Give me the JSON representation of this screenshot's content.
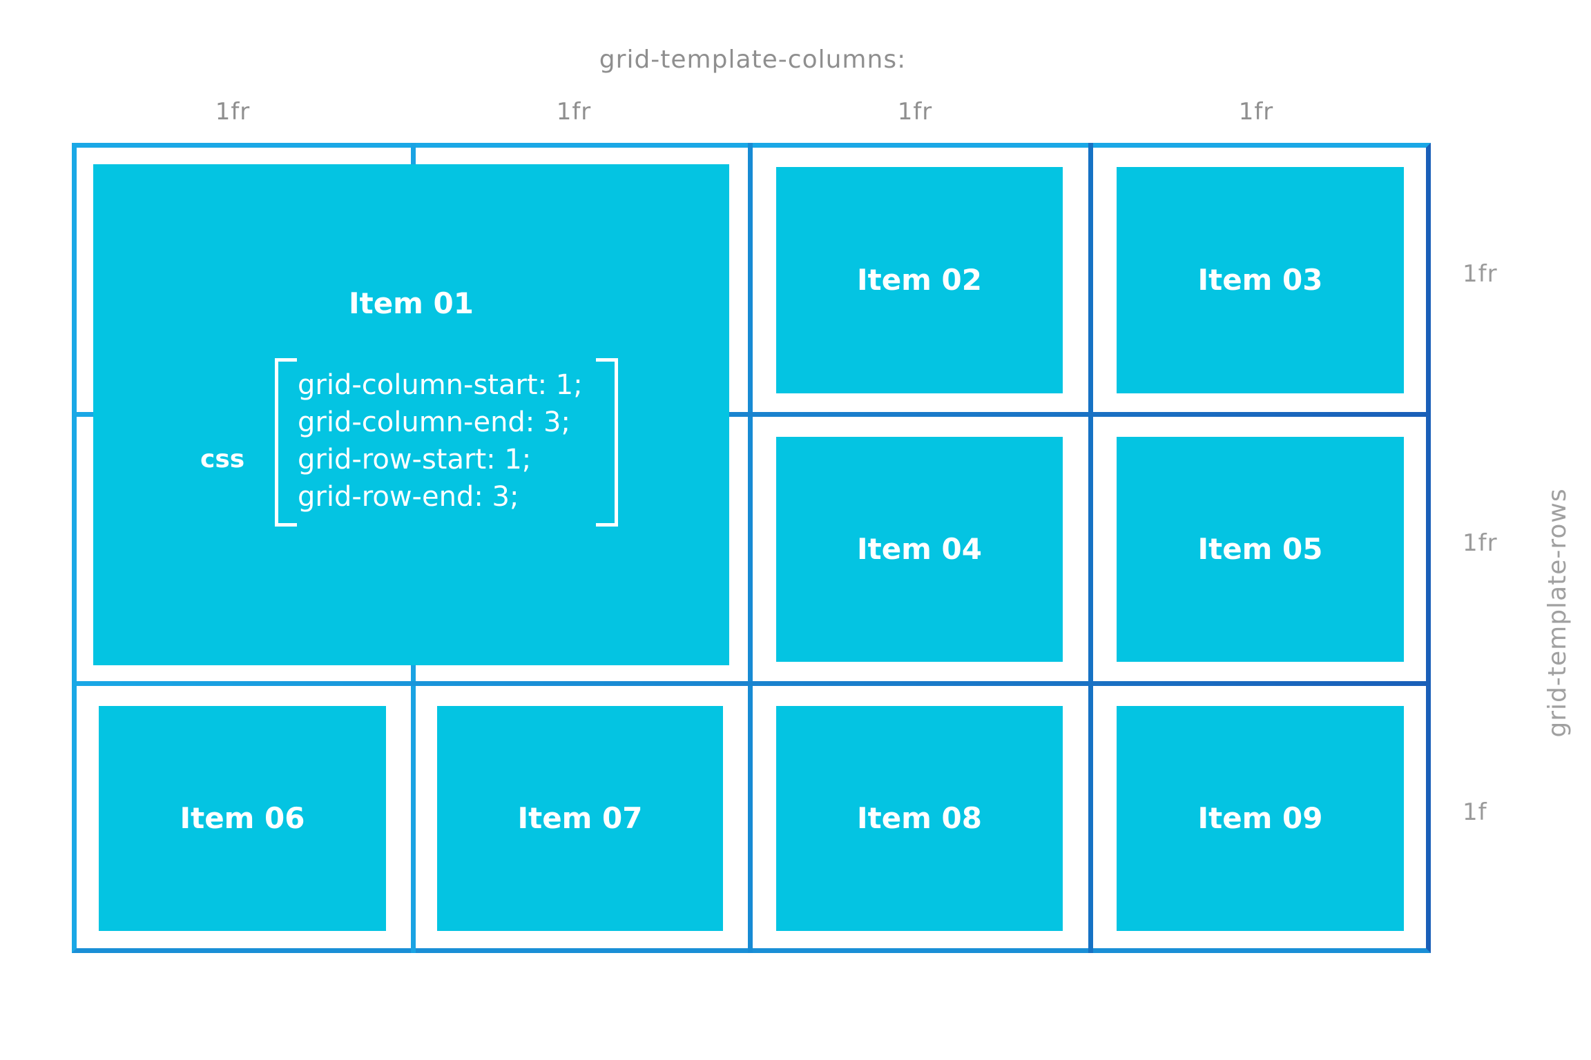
{
  "columns_axis": {
    "title": "grid-template-columns:",
    "labels": [
      "1fr",
      "1fr",
      "1fr",
      "1fr"
    ]
  },
  "rows_axis": {
    "title": "grid-template-rows",
    "labels": [
      "1fr",
      "1fr",
      "1f"
    ]
  },
  "items": [
    {
      "label": "Item 01",
      "css_tag": "css",
      "css_lines": [
        "grid-column-start: 1;",
        "grid-column-end: 3;",
        "grid-row-start: 1;",
        "grid-row-end: 3;"
      ]
    },
    {
      "label": "Item 02"
    },
    {
      "label": "Item 03"
    },
    {
      "label": "Item 04"
    },
    {
      "label": "Item 05"
    },
    {
      "label": "Item 06"
    },
    {
      "label": "Item 07"
    },
    {
      "label": "Item 08"
    },
    {
      "label": "Item 09"
    }
  ],
  "colors": {
    "item_fill": "#04c4e2",
    "item_text": "#ffffff",
    "grid_line_left": "#1aa8e6",
    "grid_line_right": "#1a5fb8",
    "axis_text": "#8f8f8f"
  }
}
